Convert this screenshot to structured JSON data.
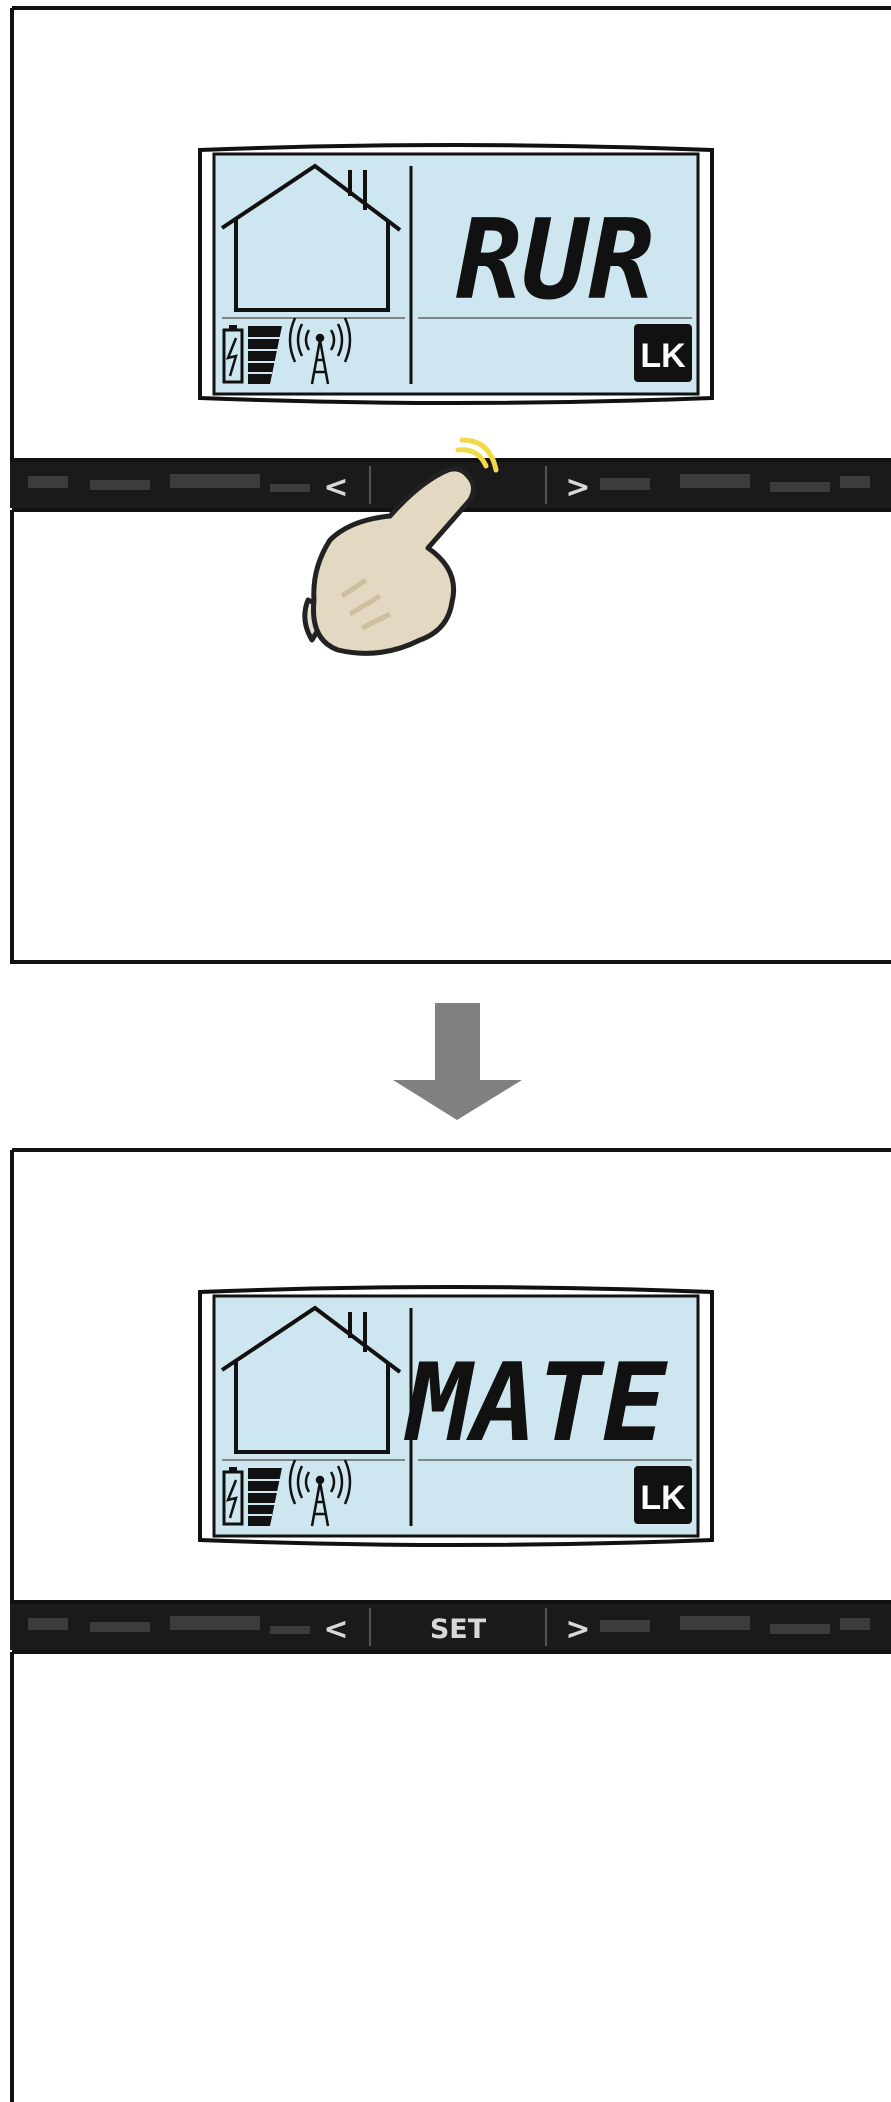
{
  "colors": {
    "lcd": "#cde6ef",
    "frame": "#111111",
    "strip": "#1a1a1a",
    "button_label": "#d8d8d8",
    "arrow": "#808080",
    "hand": "#e3d8c2",
    "tap_glow": "#f2d94a"
  },
  "panel_before": {
    "lcd_text": "RUR",
    "battery_icon": "battery-charging-icon",
    "signal_icon": "radio-tower-icon",
    "brand_logo": "LK",
    "buttons": {
      "left": "<",
      "center": "",
      "right": ">"
    },
    "pointer": "hand-pointer-icon"
  },
  "transition_icon": "arrow-down-icon",
  "panel_after": {
    "lcd_text": "MATE",
    "battery_icon": "battery-charging-icon",
    "signal_icon": "radio-tower-icon",
    "brand_logo": "LK",
    "buttons": {
      "left": "<",
      "center": "SET",
      "right": ">"
    }
  }
}
